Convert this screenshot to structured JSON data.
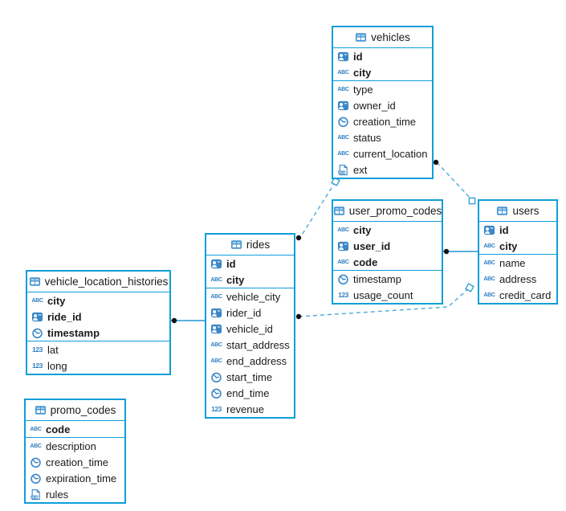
{
  "icons": {
    "text_glyph": "ABC",
    "number_glyph": "123",
    "json_glyph": "JSON"
  },
  "colors": {
    "table_border": "#0f9ed8",
    "icon_blue": "#3b87c8",
    "relation_solid": "#1e97d4",
    "relation_dashed": "#58aede",
    "text": "#1b1b1b"
  },
  "diagram": {
    "tables": [
      {
        "name": "vehicles",
        "pk": [
          {
            "name": "id",
            "type": "id"
          },
          {
            "name": "city",
            "type": "text"
          }
        ],
        "cols": [
          {
            "name": "type",
            "type": "text"
          },
          {
            "name": "owner_id",
            "type": "id"
          },
          {
            "name": "creation_time",
            "type": "datetime"
          },
          {
            "name": "status",
            "type": "text"
          },
          {
            "name": "current_location",
            "type": "text"
          },
          {
            "name": "ext",
            "type": "json"
          }
        ]
      },
      {
        "name": "user_promo_codes",
        "pk": [
          {
            "name": "city",
            "type": "text"
          },
          {
            "name": "user_id",
            "type": "id"
          },
          {
            "name": "code",
            "type": "text"
          }
        ],
        "cols": [
          {
            "name": "timestamp",
            "type": "datetime"
          },
          {
            "name": "usage_count",
            "type": "number"
          }
        ]
      },
      {
        "name": "users",
        "pk": [
          {
            "name": "id",
            "type": "id"
          },
          {
            "name": "city",
            "type": "text"
          }
        ],
        "cols": [
          {
            "name": "name",
            "type": "text"
          },
          {
            "name": "address",
            "type": "text"
          },
          {
            "name": "credit_card",
            "type": "text"
          }
        ]
      },
      {
        "name": "rides",
        "pk": [
          {
            "name": "id",
            "type": "id"
          },
          {
            "name": "city",
            "type": "text"
          }
        ],
        "cols": [
          {
            "name": "vehicle_city",
            "type": "text"
          },
          {
            "name": "rider_id",
            "type": "id"
          },
          {
            "name": "vehicle_id",
            "type": "id"
          },
          {
            "name": "start_address",
            "type": "text"
          },
          {
            "name": "end_address",
            "type": "text"
          },
          {
            "name": "start_time",
            "type": "datetime"
          },
          {
            "name": "end_time",
            "type": "datetime"
          },
          {
            "name": "revenue",
            "type": "number"
          }
        ]
      },
      {
        "name": "vehicle_location_histories",
        "pk": [
          {
            "name": "city",
            "type": "text"
          },
          {
            "name": "ride_id",
            "type": "id"
          },
          {
            "name": "timestamp",
            "type": "datetime"
          }
        ],
        "cols": [
          {
            "name": "lat",
            "type": "number"
          },
          {
            "name": "long",
            "type": "number"
          }
        ]
      },
      {
        "name": "promo_codes",
        "pk": [
          {
            "name": "code",
            "type": "text"
          }
        ],
        "cols": [
          {
            "name": "description",
            "type": "text"
          },
          {
            "name": "creation_time",
            "type": "datetime"
          },
          {
            "name": "expiration_time",
            "type": "datetime"
          },
          {
            "name": "rules",
            "type": "json"
          }
        ]
      }
    ],
    "relations": [
      {
        "from": "vehicles",
        "to": "rides",
        "style": "dashed"
      },
      {
        "from": "vehicles",
        "to": "users",
        "style": "dashed"
      },
      {
        "from": "user_promo_codes",
        "to": "users",
        "style": "solid"
      },
      {
        "from": "rides",
        "to": "users",
        "style": "dashed"
      },
      {
        "from": "vehicle_location_histories",
        "to": "rides",
        "style": "solid"
      }
    ]
  }
}
